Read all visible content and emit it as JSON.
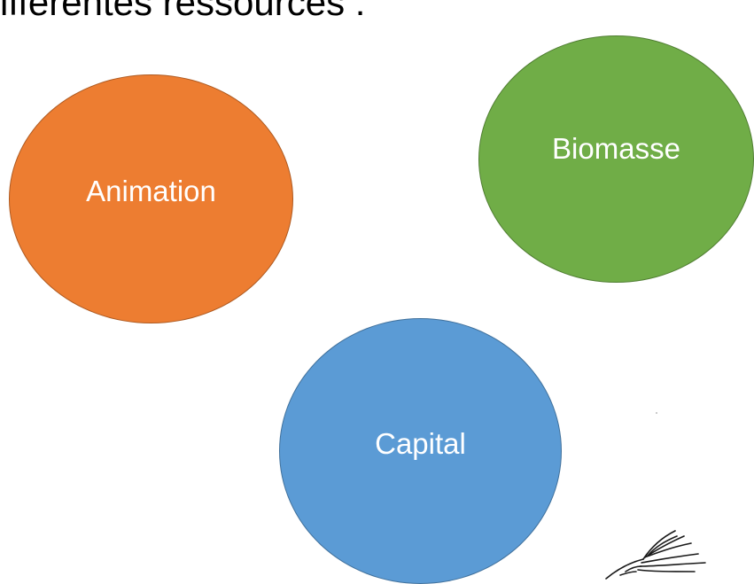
{
  "slide": {
    "title": "ifférentes ressources :"
  },
  "bubbles": [
    {
      "label": "Animation",
      "color": "#ed7d31"
    },
    {
      "label": "Biomasse",
      "color": "#70ad47"
    },
    {
      "label": "Capital",
      "color": "#5b9bd5"
    }
  ],
  "decoration": {
    "icon": "quill-feather-icon"
  }
}
